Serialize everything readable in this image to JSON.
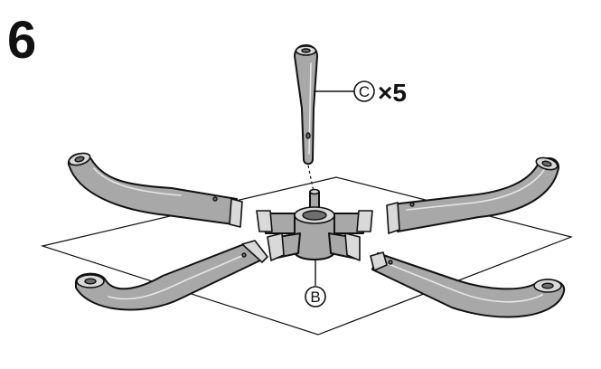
{
  "step": {
    "number": "6"
  },
  "parts": {
    "leg": {
      "letter": "C",
      "quantity": "×5"
    },
    "base": {
      "letter": "B"
    }
  },
  "colors": {
    "background": "#ffffff",
    "part_fill": "#a8a8a8",
    "face_fill": "#d9d9d9",
    "outline": "#111111"
  }
}
